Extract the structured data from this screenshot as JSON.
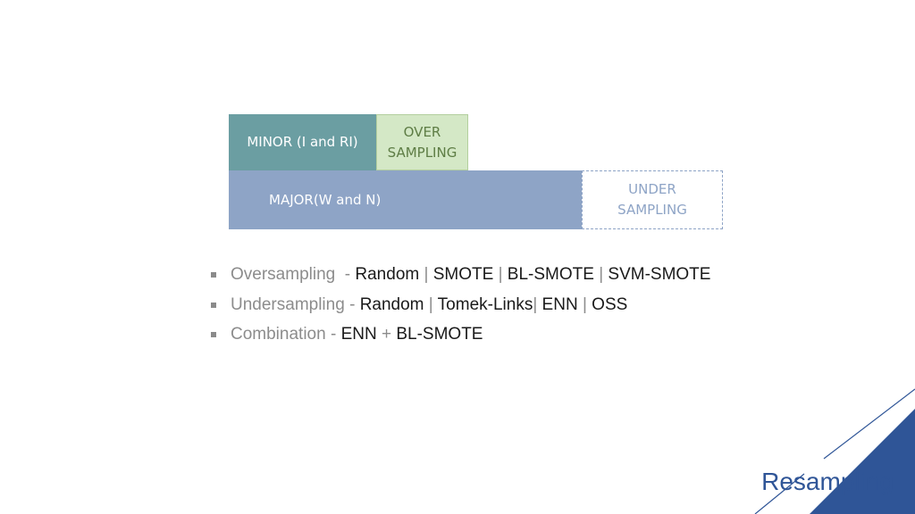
{
  "diagram": {
    "minor": "MINOR (I and RI)",
    "over": [
      "OVER",
      "SAMPLING"
    ],
    "major": "MAJOR(W and N)",
    "under": [
      "UNDER",
      "SAMPLING"
    ]
  },
  "bullets": [
    {
      "category": "Oversampling",
      "sep": "  - ",
      "methods": [
        "Random",
        "SMOTE",
        "BL-SMOTE",
        "SVM-SMOTE"
      ],
      "joiner": "|"
    },
    {
      "category": "Undersampling",
      "sep": " - ",
      "methods": [
        "Random",
        "Tomek-Links",
        "ENN",
        "OSS"
      ],
      "joiner": "|"
    },
    {
      "category": "Combination",
      "sep": " - ",
      "methods": [
        "ENN",
        "BL-SMOTE"
      ],
      "joiner": "+"
    }
  ],
  "footer": {
    "title": "Resampling"
  },
  "colors": {
    "minor": "#6b9ea2",
    "over": "#d4e8c6",
    "major": "#8ea4c6",
    "accent": "#2f5597"
  }
}
